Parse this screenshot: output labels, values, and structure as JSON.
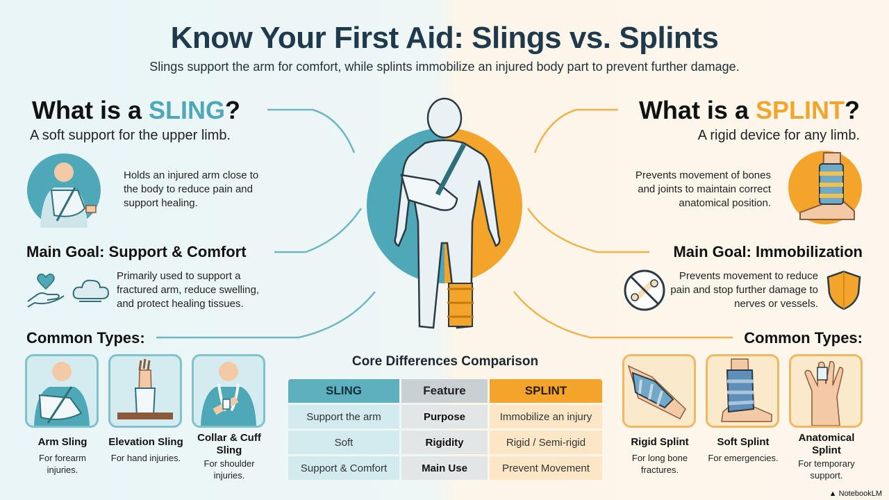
{
  "header": {
    "title": "Know Your First Aid: Slings vs. Splints",
    "subtitle": "Slings support the arm for comfort, while splints immobilize an injured body part to prevent further damage."
  },
  "sling": {
    "heading_prefix": "What is a ",
    "heading_keyword": "SLING",
    "heading_suffix": "?",
    "tagline": "A soft support for the upper limb.",
    "description": "Holds an injured arm close to the body to reduce pain and support healing.",
    "goal_title": "Main Goal: Support & Comfort",
    "goal_text": "Primarily used to support a fractured arm, reduce swelling, and protect healing tissues.",
    "types_title": "Common Types:",
    "types": [
      {
        "name": "Arm Sling",
        "desc": "For forearm injuries."
      },
      {
        "name": "Elevation Sling",
        "desc": "For hand injuries."
      },
      {
        "name": "Collar & Cuff Sling",
        "desc": "For shoulder injuries."
      }
    ]
  },
  "splint": {
    "heading_prefix": "What is a ",
    "heading_keyword": "SPLINT",
    "heading_suffix": "?",
    "tagline": "A rigid device for any limb.",
    "description": "Prevents movement of bones and joints to maintain correct anatomical position.",
    "goal_title": "Main Goal: Immobilization",
    "goal_text": "Prevents movement to reduce pain and stop further damage to nerves or vessels.",
    "types_title": "Common Types:",
    "types": [
      {
        "name": "Rigid Splint",
        "desc": "For long bone fractures."
      },
      {
        "name": "Soft Splint",
        "desc": "For emergencies."
      },
      {
        "name": "Anatomical Splint",
        "desc": "For temporary support."
      }
    ]
  },
  "comparison": {
    "title": "Core Differences Comparison",
    "headers": [
      "SLING",
      "Feature",
      "SPLINT"
    ],
    "rows": [
      [
        "Support the arm",
        "Purpose",
        "Immobilize an injury"
      ],
      [
        "Soft",
        "Rigidity",
        "Rigid / Semi-rigid"
      ],
      [
        "Support & Comfort",
        "Main Use",
        "Prevent Movement"
      ]
    ]
  },
  "icons": {
    "sling_arm": "arm-sling-icon",
    "splint_leg": "leg-splint-icon",
    "heart_hand": "heart-hand-icon",
    "cloud": "cloud-icon",
    "no_bone": "no-bone-movement-icon",
    "shield": "shield-icon",
    "body": "human-body-icon"
  },
  "colors": {
    "teal": "#4fa8b8",
    "orange": "#f2a52a",
    "title": "#1e3a4c"
  },
  "brand": "NotebookLM"
}
